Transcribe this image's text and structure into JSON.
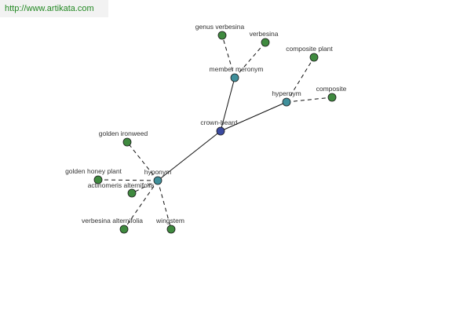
{
  "banner": {
    "url_text": "http://www.artikata.com"
  },
  "colors": {
    "center_node": "#3b4aa0",
    "relation_node": "#3f8f9a",
    "leaf_node": "#3f8a3f"
  },
  "graph": {
    "center": {
      "id": "crown-beard",
      "label": "crown-beard"
    },
    "relations": [
      {
        "id": "member-meronym",
        "label": "member meronym",
        "terms": [
          {
            "id": "genus-verbesina",
            "label": "genus verbesina"
          },
          {
            "id": "verbesina",
            "label": "verbesina"
          }
        ]
      },
      {
        "id": "hypernym",
        "label": "hypernym",
        "terms": [
          {
            "id": "composite-plant",
            "label": "composite plant"
          },
          {
            "id": "composite",
            "label": "composite"
          }
        ]
      },
      {
        "id": "hyponym",
        "label": "hyponym",
        "terms": [
          {
            "id": "golden-ironweed",
            "label": "golden ironweed"
          },
          {
            "id": "golden-honey-plant",
            "label": "golden honey plant"
          },
          {
            "id": "actinomeris-alternifolia",
            "label": "actinomeris alternifolia"
          },
          {
            "id": "verbesina-alternifolia",
            "label": "verbesina alternifolia"
          },
          {
            "id": "wingstem",
            "label": "wingstem"
          }
        ]
      }
    ]
  }
}
